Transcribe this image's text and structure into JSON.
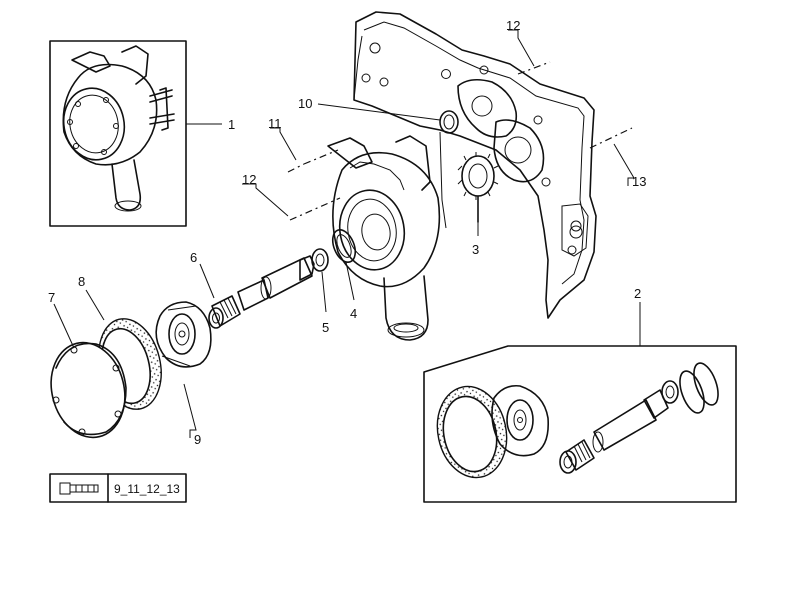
{
  "callouts": {
    "c1": "1",
    "c2": "2",
    "c3": "3",
    "c4": "4",
    "c5": "5",
    "c6": "6",
    "c7": "7",
    "c8": "8",
    "c9": "9",
    "c10": "10",
    "c11": "11",
    "c12a": "12",
    "c12b": "12",
    "c13": "13"
  },
  "reference_table": {
    "label": "9_11_12_13",
    "icon": "bolt-icon"
  }
}
